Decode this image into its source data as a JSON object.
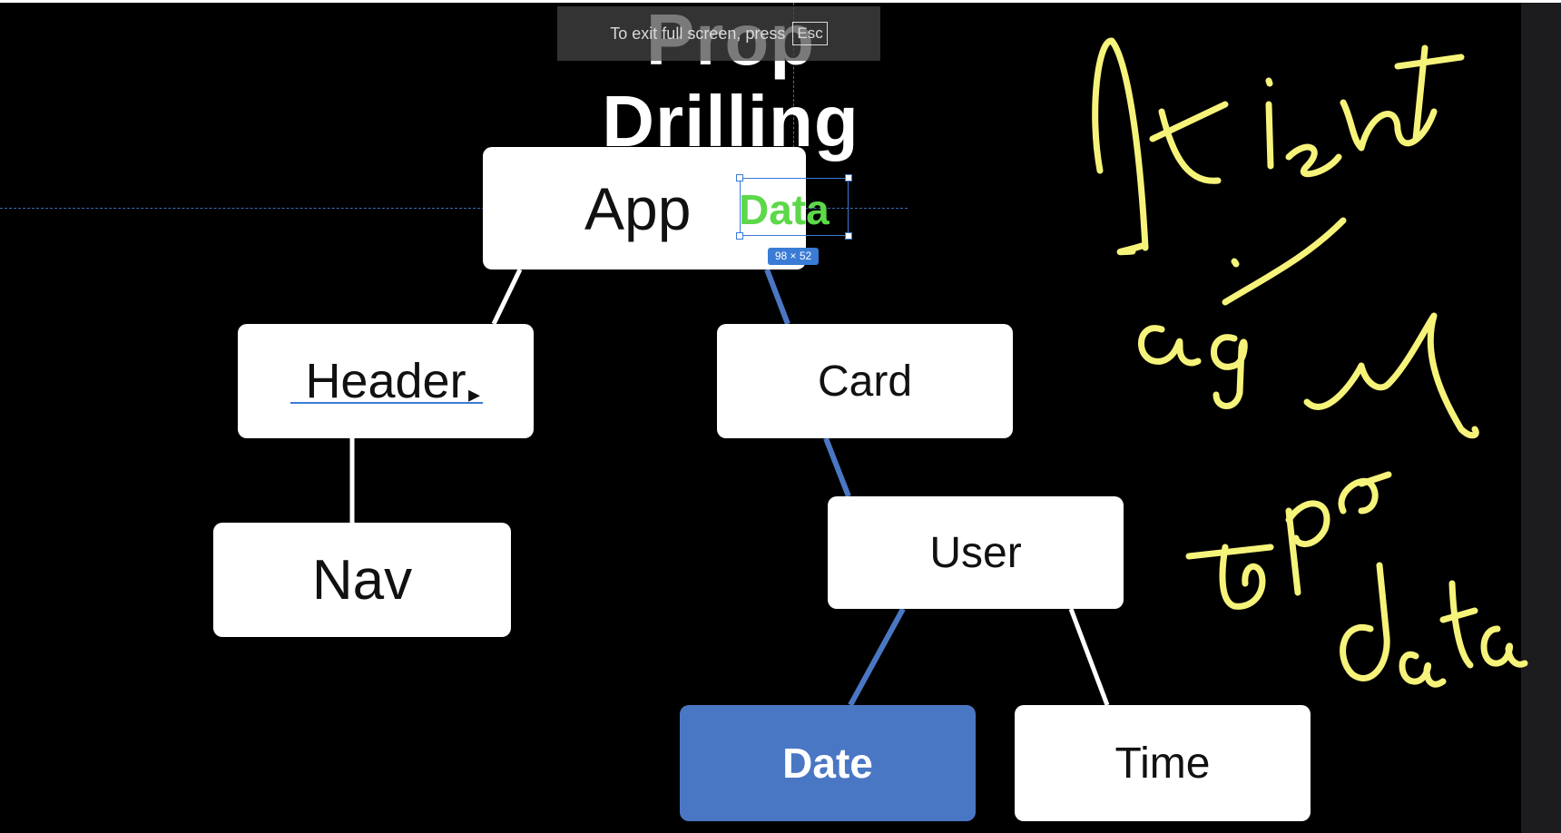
{
  "title": "Prop Drilling",
  "fullscreen_toast": {
    "text": "To exit full screen, press",
    "key": "Esc"
  },
  "nodes": {
    "app": "App",
    "header": "Header",
    "card": "Card",
    "nav": "Nav",
    "user": "User",
    "date": "Date",
    "time": "Time"
  },
  "data_label": "Data",
  "selection_size": "98 × 52",
  "handwritten_note": "It is not a good way to pass data",
  "colors": {
    "background": "#000000",
    "node_fill": "#ffffff",
    "highlight_node": "#4a77c4",
    "data_path_edge": "#4a77c4",
    "default_edge": "#ffffff",
    "data_text": "#5dd84a",
    "annotation_ink": "#f6f37a"
  }
}
